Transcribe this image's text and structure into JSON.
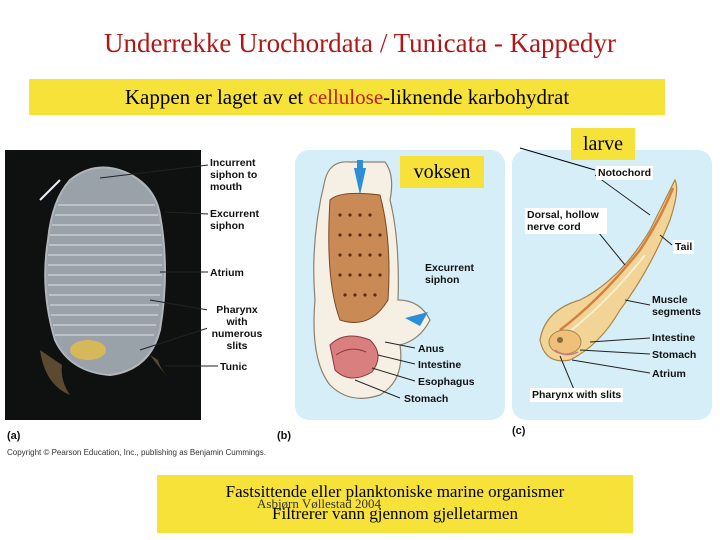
{
  "title": "Underrekke Urochordata / Tunicata - Kappedyr",
  "subtitle": {
    "before": "Kappen er laget av et ",
    "highlight": "cellulose",
    "after": "-liknende karbohydrat"
  },
  "labels": {
    "larve": "larve",
    "voksen": "voksen"
  },
  "photo_labels": {
    "incurrent": "Incurrent siphon to mouth",
    "excurrent": "Excurrent siphon",
    "atrium": "Atrium",
    "pharynx": "Pharynx with numerous slits",
    "tunic": "Tunic"
  },
  "adult_labels": {
    "excurrent": "Excurrent siphon",
    "anus": "Anus",
    "intestine": "Intestine",
    "esophagus": "Esophagus",
    "stomach": "Stomach"
  },
  "larva_labels": {
    "notochord": "Notochord",
    "nerve_cord": "Dorsal, hollow nerve cord",
    "tail": "Tail",
    "muscle": "Muscle segments",
    "intestine": "Intestine",
    "stomach": "Stomach",
    "atrium": "Atrium",
    "pharynx": "Pharynx with slits"
  },
  "panel_letters": {
    "a": "(a)",
    "b": "(b)",
    "c": "(c)"
  },
  "copyright": "Copyright © Pearson Education, Inc., publishing as Benjamin Cummings.",
  "bottom": {
    "line1": "Fastsittende eller planktoniske marine organismer",
    "line2": "Filtrerer vann gjennom gjelletarmen",
    "author": "Asbjørn Vøllestad 2004"
  },
  "colors": {
    "title": "#b01818",
    "highlight_box": "#f7e23a",
    "diagram_bg": "#d6eef7"
  }
}
